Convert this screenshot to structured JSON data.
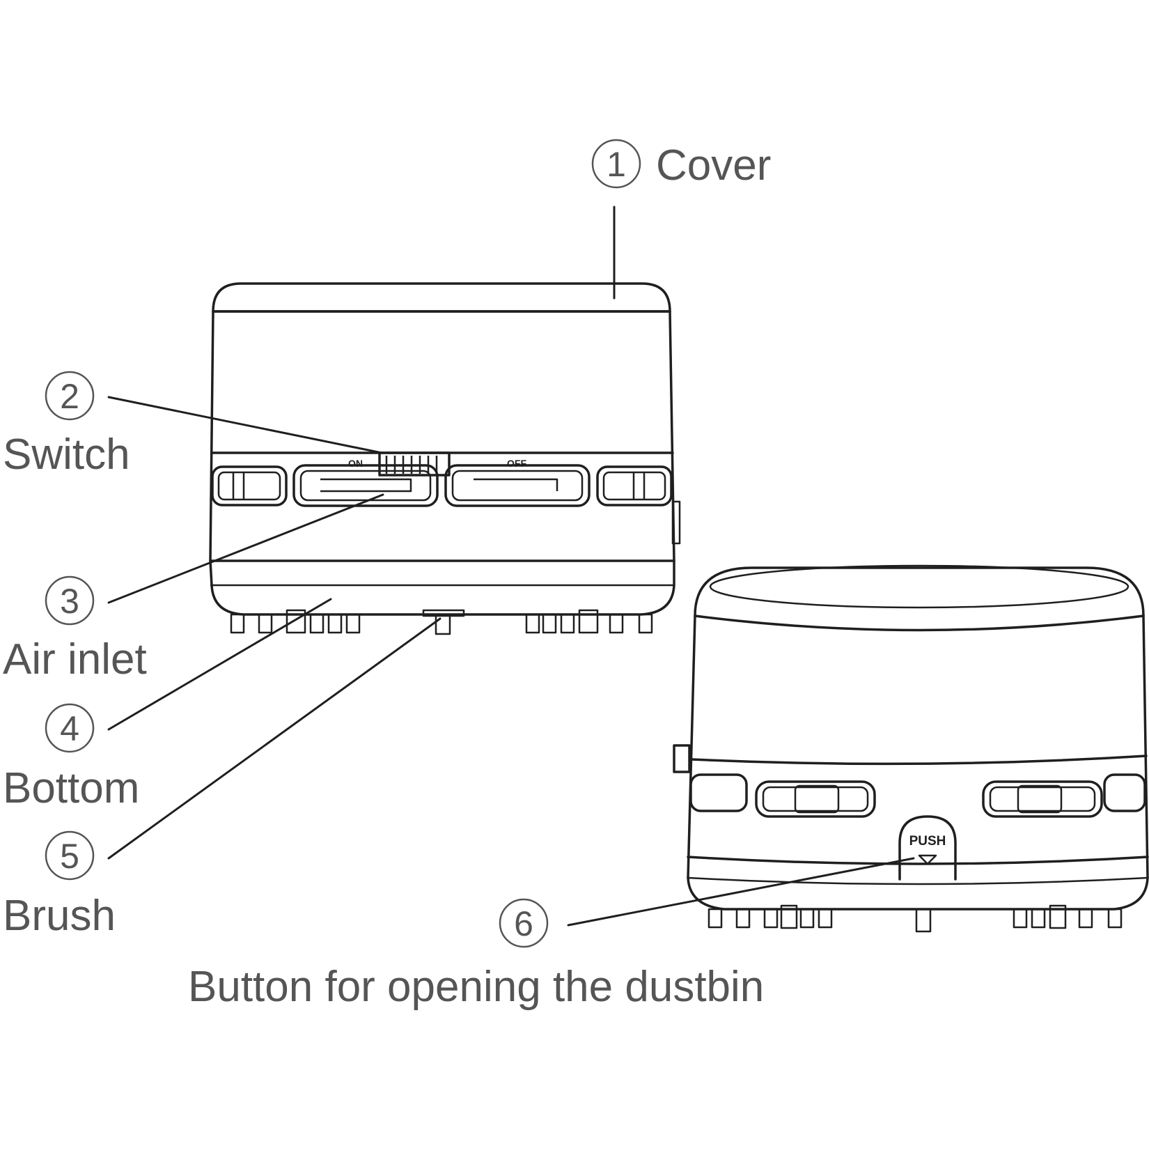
{
  "callouts": [
    {
      "number": "1",
      "label": "Cover"
    },
    {
      "number": "2",
      "label": "Switch"
    },
    {
      "number": "3",
      "label": "Air inlet"
    },
    {
      "number": "4",
      "label": "Bottom"
    },
    {
      "number": "5",
      "label": "Brush"
    },
    {
      "number": "6",
      "label": "Button for opening the dustbin"
    }
  ],
  "device": {
    "switch_on_text": "ON",
    "switch_off_text": "OFF",
    "push_text": "PUSH"
  },
  "colors": {
    "line": "#1f1f1f",
    "label_text": "#555555",
    "background": "#ffffff"
  }
}
